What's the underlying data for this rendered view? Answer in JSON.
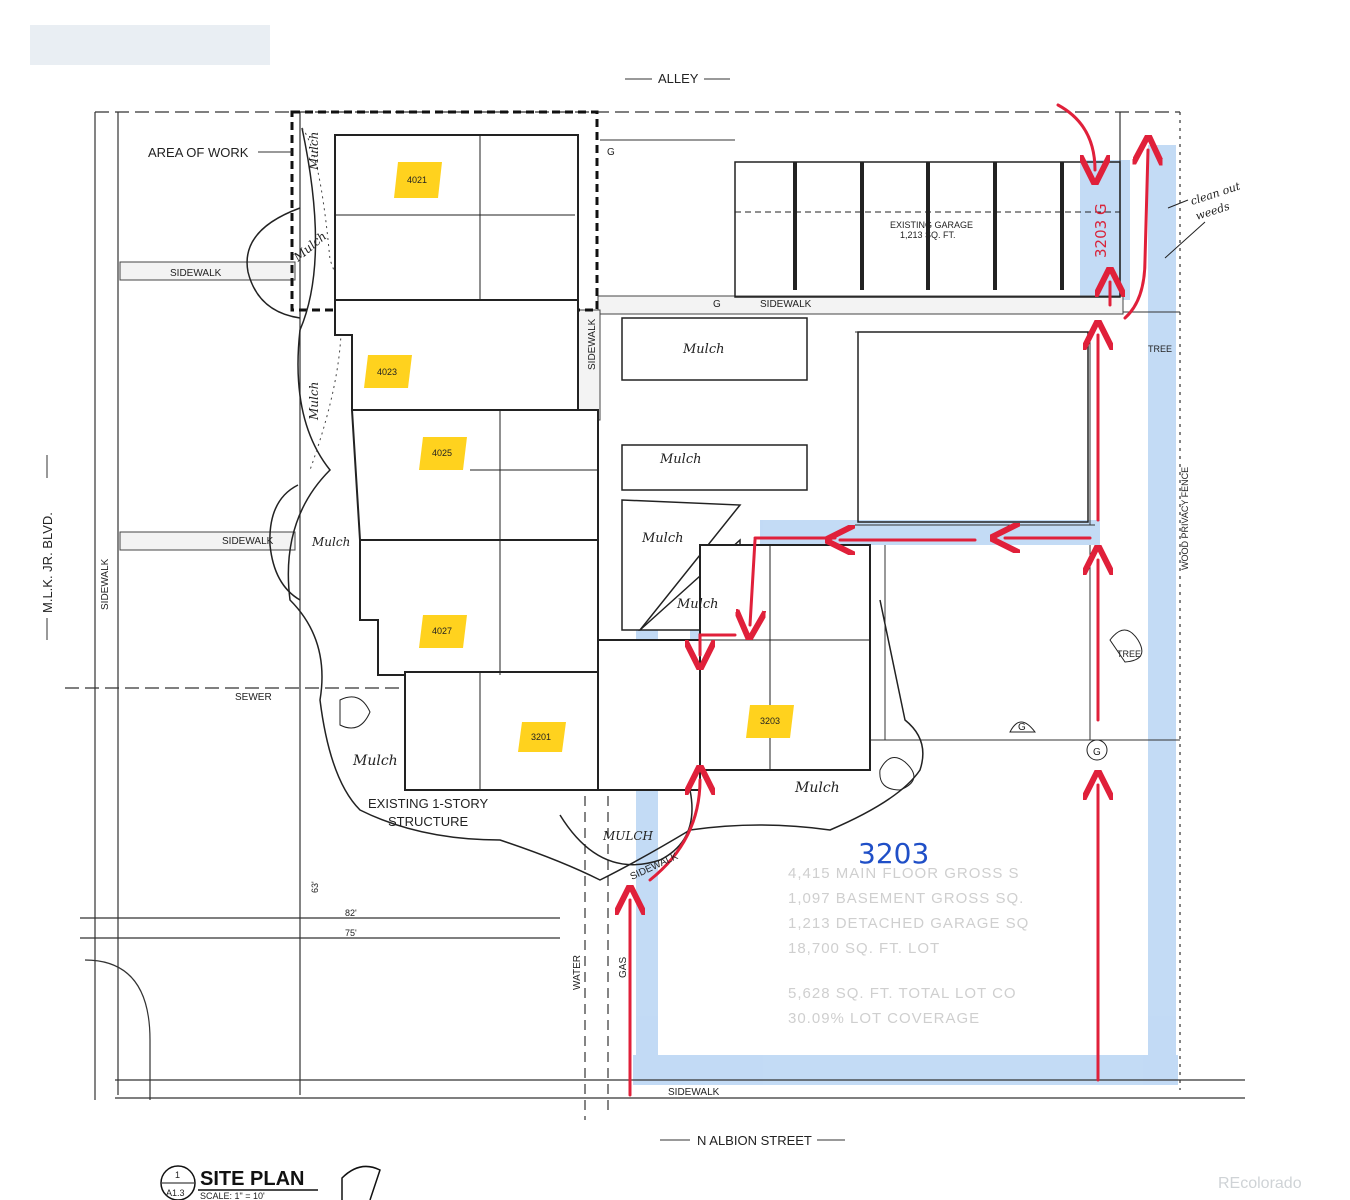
{
  "streets": {
    "alley": "ALLEY",
    "mlk": "M.L.K. JR. BLVD.",
    "albion": "N ALBION STREET"
  },
  "labels": {
    "area_of_work": "AREA OF WORK",
    "sidewalk": "SIDEWALK",
    "sewer": "SEWER",
    "water": "WATER",
    "gas": "GAS",
    "existing_garage": "EXISTING GARAGE",
    "garage_area": "1,213 SQ. FT.",
    "wood_fence": "WOOD PRIVACY FENCE",
    "existing_structure_1": "EXISTING 1-STORY",
    "existing_structure_2": "STRUCTURE",
    "dim_63": "63'",
    "dim_82": "82'",
    "dim_75": "75'",
    "gate": "G",
    "tree": "TREE",
    "mulch": "Mulch",
    "mulch_caps": "MULCH"
  },
  "units": [
    "4021",
    "4023",
    "4025",
    "4027",
    "3201",
    "3203"
  ],
  "site_notes": [
    "4,415 MAIN FLOOR GROSS S",
    "1,097 BASEMENT GROSS SQ.",
    "1,213 DETACHED GARAGE SQ",
    "18,700 SQ. FT. LOT",
    "5,628 SQ. FT. TOTAL LOT CO",
    "30.09% LOT COVERAGE"
  ],
  "annotations": {
    "big_unit": "3203",
    "garage_unit": "3203 G",
    "note_line_1": "clean out",
    "note_line_2": "weeds"
  },
  "title": {
    "sheet_number": "1",
    "sheet_ref": "A1.3",
    "name": "SITE PLAN",
    "scale": "SCALE: 1\" = 10'"
  },
  "watermark": "REcolorado",
  "colors": {
    "highlight_yellow": "#ffd21e",
    "path_blue": "#bcd7f4",
    "arrow_red": "#e0203a",
    "ink_blue": "#1f4fc7"
  }
}
